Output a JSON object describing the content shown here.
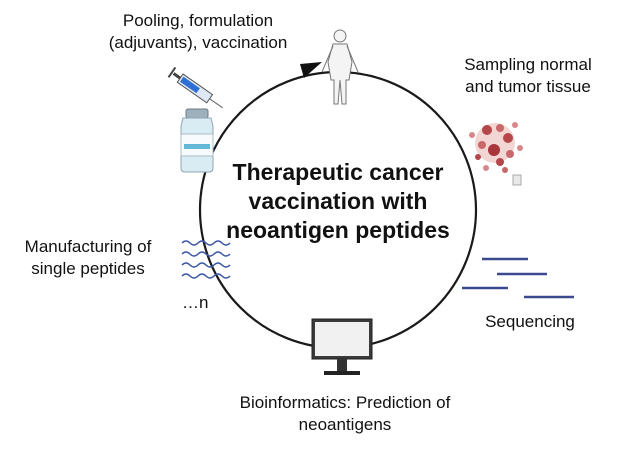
{
  "title": {
    "line1": "Therapeutic cancer",
    "line2": "vaccination with",
    "line3": "neoantigen peptides"
  },
  "steps": {
    "vaccination": {
      "line1": "Pooling, formulation",
      "line2": "(adjuvants), vaccination",
      "icons": [
        "syringe-icon",
        "vial-icon"
      ]
    },
    "sampling": {
      "line1": "Sampling normal",
      "line2": "and tumor tissue",
      "icon": "tissue-cells-icon"
    },
    "sequencing": {
      "line1": "Sequencing",
      "icon": "sequence-reads-icon"
    },
    "bioinformatics": {
      "line1": "Bioinformatics: Prediction of",
      "line2": "neoantigens",
      "icon": "monitor-icon"
    },
    "manufacturing": {
      "line1": "Manufacturing of",
      "line2": "single peptides",
      "extra": "…n",
      "icon": "peptide-waves-icon"
    }
  },
  "patient": {
    "icon": "human-figure-icon"
  },
  "colors": {
    "circle": "#1a1a1a",
    "accent_blue": "#3b4a8f",
    "tissue": "#b5474b"
  }
}
